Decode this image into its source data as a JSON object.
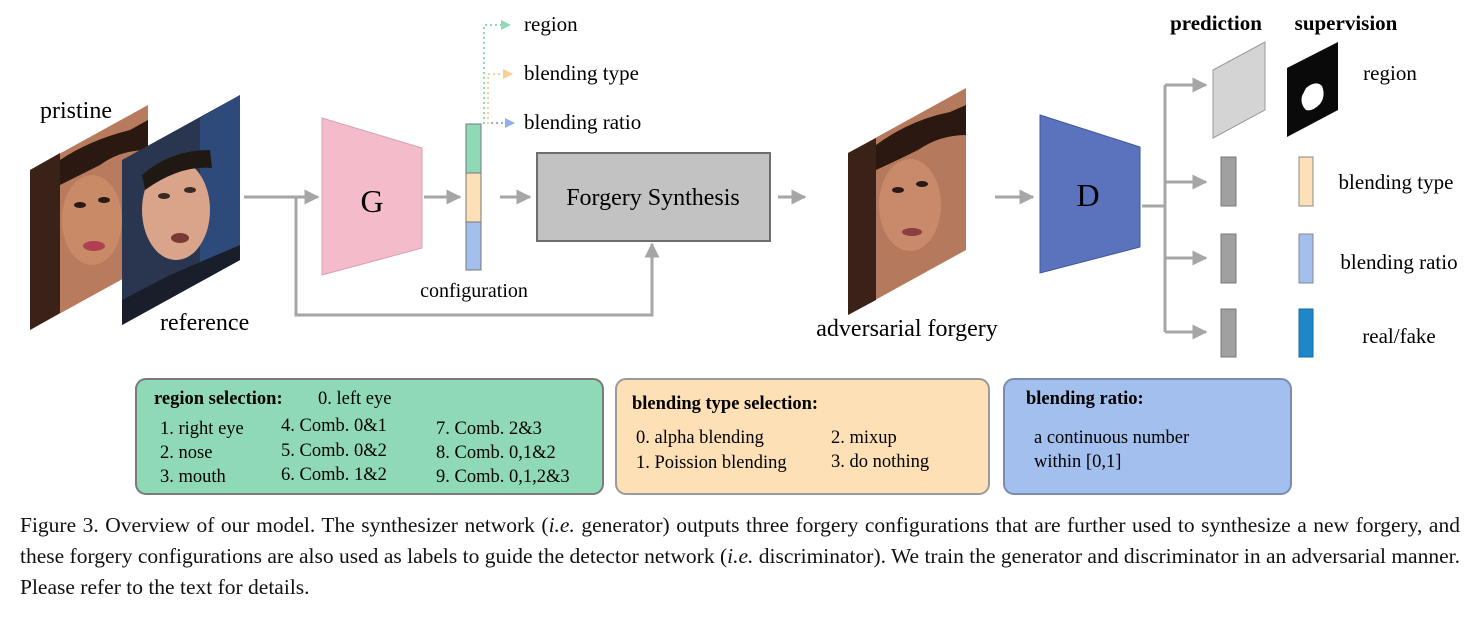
{
  "diagram": {
    "inputs": {
      "pristine_label": "pristine",
      "reference_label": "reference"
    },
    "generator": {
      "label": "G"
    },
    "configuration": {
      "label": "configuration",
      "outputs": [
        "region",
        "blending type",
        "blending ratio"
      ]
    },
    "synthesis": {
      "label": "Forgery Synthesis"
    },
    "forgery": {
      "label": "adversarial forgery"
    },
    "discriminator": {
      "label": "D"
    },
    "headers": {
      "prediction": "prediction",
      "supervision": "supervision"
    },
    "heads": [
      "region",
      "blending type",
      "blending ratio",
      "real/fake"
    ],
    "panels": {
      "region": {
        "title": "region selection:",
        "first": "0. left eye",
        "col1": [
          "1. right eye",
          "2. nose",
          "3. mouth"
        ],
        "col2": [
          "4. Comb. 0&1",
          "5. Comb. 0&2",
          "6. Comb. 1&2"
        ],
        "col3": [
          "7. Comb. 2&3",
          "8. Comb. 0,1&2",
          "9. Comb. 0,1,2&3"
        ]
      },
      "blending_type": {
        "title": "blending type selection:",
        "col1": [
          "0. alpha blending",
          "1. Poission blending"
        ],
        "col2": [
          "2. mixup",
          "3. do nothing"
        ]
      },
      "blending_ratio": {
        "title": "blending ratio:",
        "lines": [
          "a continuous number",
          "within [0,1]"
        ]
      }
    },
    "colors": {
      "green": "#8fd9b6",
      "orange": "#fde0b6",
      "blue": "#a3bfee",
      "generator": "#f4bccb",
      "discriminator": "#5b73bd",
      "synthesis": "#c2c2c2",
      "arrow": "#a6a6a6",
      "realfake": "#1e86c9"
    }
  },
  "caption": {
    "p1": "Figure 3. Overview of our model. The synthesizer network (",
    "e1": "i.e.",
    "p2": " generator) outputs three forgery configurations that are further used to synthesize a new forgery, and these forgery configurations are also used as labels to guide the detector network (",
    "e2": "i.e.",
    "p3": " discriminator). We train the generator and discriminator in an adversarial manner. Please refer to the text for details."
  }
}
